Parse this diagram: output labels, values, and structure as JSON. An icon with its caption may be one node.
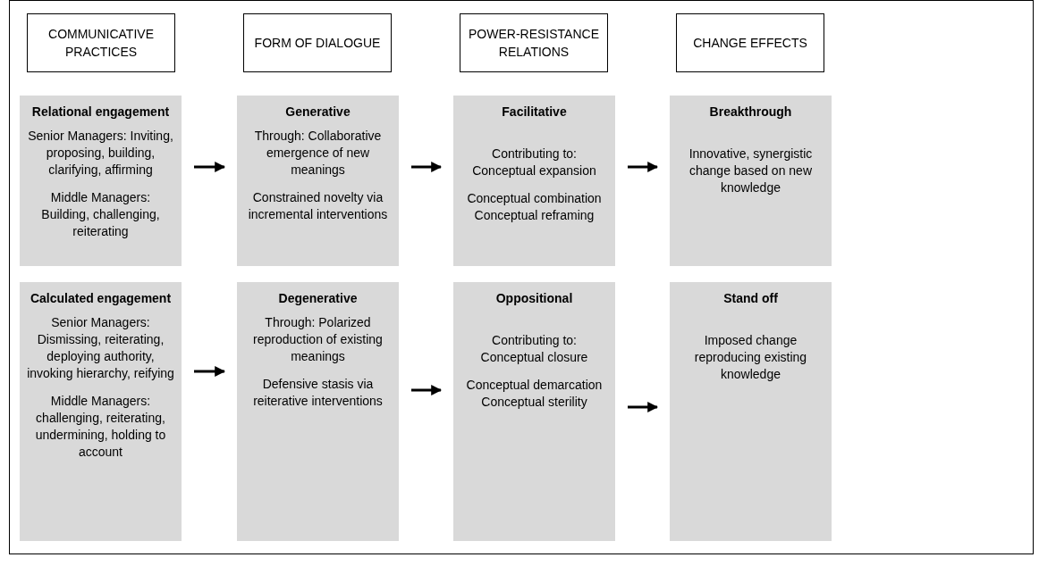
{
  "diagram": {
    "nodes": [
      {
        "text": [
          "COMMUNICATIVE PRACTICES"
        ]
      },
      {
        "text": [
          "FORM OF DIALOGUE"
        ]
      },
      {
        "text": [
          "POWER-RESISTANCE RELATIONS"
        ]
      },
      {
        "text": [
          "CHANGE EFFECTS"
        ]
      },
      {
        "text": [
          "Relational engagement",
          "Senior Managers: Inviting, proposing, building, clarifying, affirming",
          "Middle Managers: Building, challenging, reiterating"
        ]
      },
      {
        "text": [
          "Generative",
          "Through: Collaborative emergence of new meanings",
          "Constrained novelty via incremental interventions"
        ]
      },
      {
        "text": [
          "Facilitative",
          "Contributing to: Conceptual expansion",
          "Conceptual combination Conceptual reframing"
        ]
      },
      {
        "text": [
          "Breakthrough",
          "Innovative, synergistic change based on new knowledge"
        ]
      },
      {
        "text": [
          "Calculated engagement",
          "Senior Managers: Dismissing, reiterating, deploying authority, invoking hierarchy, reifying",
          "Middle Managers: challenging, reiterating, undermining, holding to account"
        ]
      },
      {
        "text": [
          "Degenerative",
          "Through: Polarized reproduction of existing meanings",
          "Defensive stasis via reiterative interventions"
        ]
      },
      {
        "text": [
          "Oppositional",
          "Contributing to: Conceptual closure",
          "Conceptual demarcation Conceptual sterility"
        ]
      },
      {
        "text": [
          "Stand off",
          "Imposed change reproducing existing knowledge"
        ]
      }
    ],
    "edges": [
      {
        "from": 4,
        "to": 5,
        "arrow": "to"
      },
      {
        "from": 5,
        "to": 6,
        "arrow": "to"
      },
      {
        "from": 6,
        "to": 7,
        "arrow": "to"
      },
      {
        "from": 8,
        "to": 9,
        "arrow": "to"
      },
      {
        "from": 9,
        "to": 10,
        "arrow": "to"
      },
      {
        "from": 10,
        "to": 11,
        "arrow": "to"
      }
    ]
  }
}
